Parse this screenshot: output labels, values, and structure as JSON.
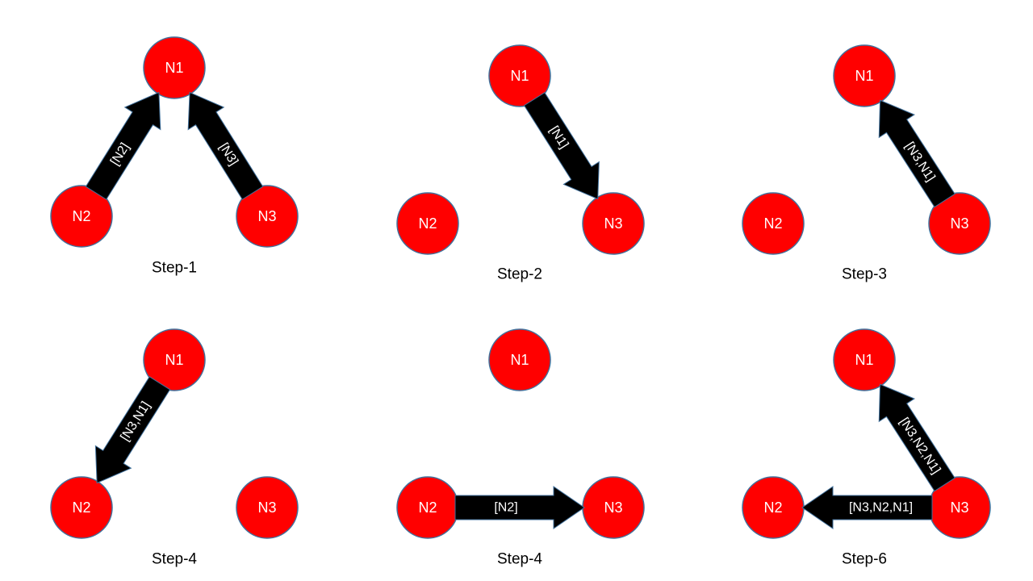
{
  "colors": {
    "node_fill": "#ff0000",
    "node_stroke": "#41719c",
    "node_text": "#ffffff",
    "arrow_fill": "#000000",
    "arrow_text": "#ffffff",
    "caption_text": "#000000"
  },
  "panels": [
    {
      "caption": "Step-1",
      "nodes": [
        {
          "id": "N1",
          "label": "N1"
        },
        {
          "id": "N2",
          "label": "N2"
        },
        {
          "id": "N3",
          "label": "N3"
        }
      ],
      "edges": [
        {
          "from": "N2",
          "to": "N1",
          "label": "[N2]"
        },
        {
          "from": "N3",
          "to": "N1",
          "label": "[N3]"
        }
      ]
    },
    {
      "caption": "Step-2",
      "nodes": [
        {
          "id": "N1",
          "label": "N1"
        },
        {
          "id": "N2",
          "label": "N2"
        },
        {
          "id": "N3",
          "label": "N3"
        }
      ],
      "edges": [
        {
          "from": "N1",
          "to": "N3",
          "label": "[N1]"
        }
      ]
    },
    {
      "caption": "Step-3",
      "nodes": [
        {
          "id": "N1",
          "label": "N1"
        },
        {
          "id": "N2",
          "label": "N2"
        },
        {
          "id": "N3",
          "label": "N3"
        }
      ],
      "edges": [
        {
          "from": "N3",
          "to": "N1",
          "label": "[N3,N1]"
        }
      ]
    },
    {
      "caption": "Step-4",
      "nodes": [
        {
          "id": "N1",
          "label": "N1"
        },
        {
          "id": "N2",
          "label": "N2"
        },
        {
          "id": "N3",
          "label": "N3"
        }
      ],
      "edges": [
        {
          "from": "N1",
          "to": "N2",
          "label": "[N3,N1]"
        }
      ]
    },
    {
      "caption": "Step-4",
      "nodes": [
        {
          "id": "N1",
          "label": "N1"
        },
        {
          "id": "N2",
          "label": "N2"
        },
        {
          "id": "N3",
          "label": "N3"
        }
      ],
      "edges": [
        {
          "from": "N2",
          "to": "N3",
          "label": "[N2]"
        }
      ]
    },
    {
      "caption": "Step-6",
      "nodes": [
        {
          "id": "N1",
          "label": "N1"
        },
        {
          "id": "N2",
          "label": "N2"
        },
        {
          "id": "N3",
          "label": "N3"
        }
      ],
      "edges": [
        {
          "from": "N3",
          "to": "N1",
          "label": "[N3,N2,N1]"
        },
        {
          "from": "N3",
          "to": "N2",
          "label": "[N3,N2,N1]"
        }
      ]
    }
  ]
}
